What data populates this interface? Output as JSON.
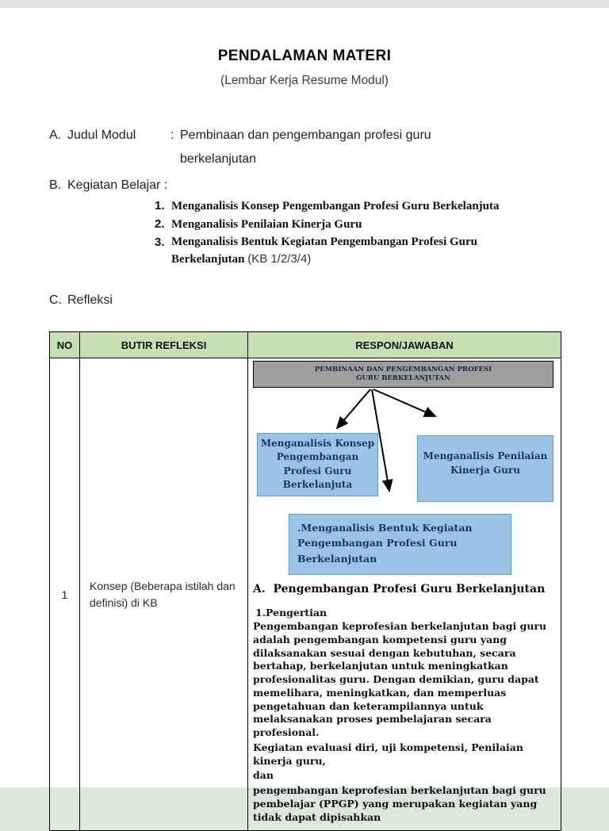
{
  "page": {
    "title": "PENDALAMAN MATERI",
    "subtitle": "(Lembar Kerja Resume Modul)"
  },
  "sections": {
    "a": {
      "label": "A.",
      "name": "Judul Modul",
      "colon": ":",
      "value_line1": "Pembinaan dan pengembangan profesi guru",
      "value_line2": "berkelanjutan"
    },
    "b": {
      "label": "B.",
      "name": "Kegiatan Belajar :",
      "items": [
        {
          "num": "1.",
          "text": "Menganalisis Konsep Pengembangan Profesi Guru Berkelanjuta",
          "suffix": ""
        },
        {
          "num": "2.",
          "text": "Menganalisis Penilaian Kinerja Guru",
          "suffix": ""
        },
        {
          "num": "3.",
          "text": "Menganalisis Bentuk Kegiatan Pengembangan Profesi Guru Berkelanjutan",
          "suffix": "(KB 1/2/3/4)"
        }
      ]
    },
    "c": {
      "label": "C.",
      "name": "Refleksi"
    }
  },
  "table": {
    "headers": [
      "NO",
      "BUTIR REFLEKSI",
      "RESPON/JAWABAN"
    ],
    "row1": {
      "no": "1",
      "butir_refleksi": "Konsep (Beberapa istilah dan definisi) di KB",
      "diagram": {
        "root_box": "PEMBINAAN DAN PENGEMBANGAN PROFESI GURU BERKELANJUTAN",
        "left_box": "Menganalisis Konsep Pengembangan Profesi Guru Berkelanjuta",
        "right_box": "Menganalisis Penilaian Kinerja Guru",
        "bottom_box": ".Menganalisis Bentuk Kegiatan Pengembangan Profesi Guru Berkelanjutan"
      },
      "heading": "A.  Pengembangan Profesi Guru Berkelanjutan",
      "subheading": "1.Pengertian",
      "paragraph1": "Pengembangan keprofesian berkelanjutan bagi guru adalah pengembangan kompetensi guru yang dilaksanakan sesuai dengan kebutuhan, secara bertahap, berkelanjutan untuk meningkatkan profesionalitas guru. Dengan demikian, guru dapat memelihara, meningkatkan, dan memperluas pengetahuan dan keterampilannya untuk melaksanakan proses pembelajaran secara profesional.",
      "paragraph2_line1": "Kegiatan evaluasi diri, uji kompetensi, Penilaian kinerja guru,",
      "paragraph2_line2": "dan",
      "paragraph3": "pengembangan keprofesian berkelanjutan bagi guru pembelajar (PPGP) yang merupakan kegiatan yang tidak dapat dipisahkan"
    }
  },
  "colors": {
    "page_margin": "#dfe5df",
    "header_green": "#c6e0b4",
    "diagram_gray": "#9e9e9e",
    "diagram_blue": "#9dc3e6"
  }
}
